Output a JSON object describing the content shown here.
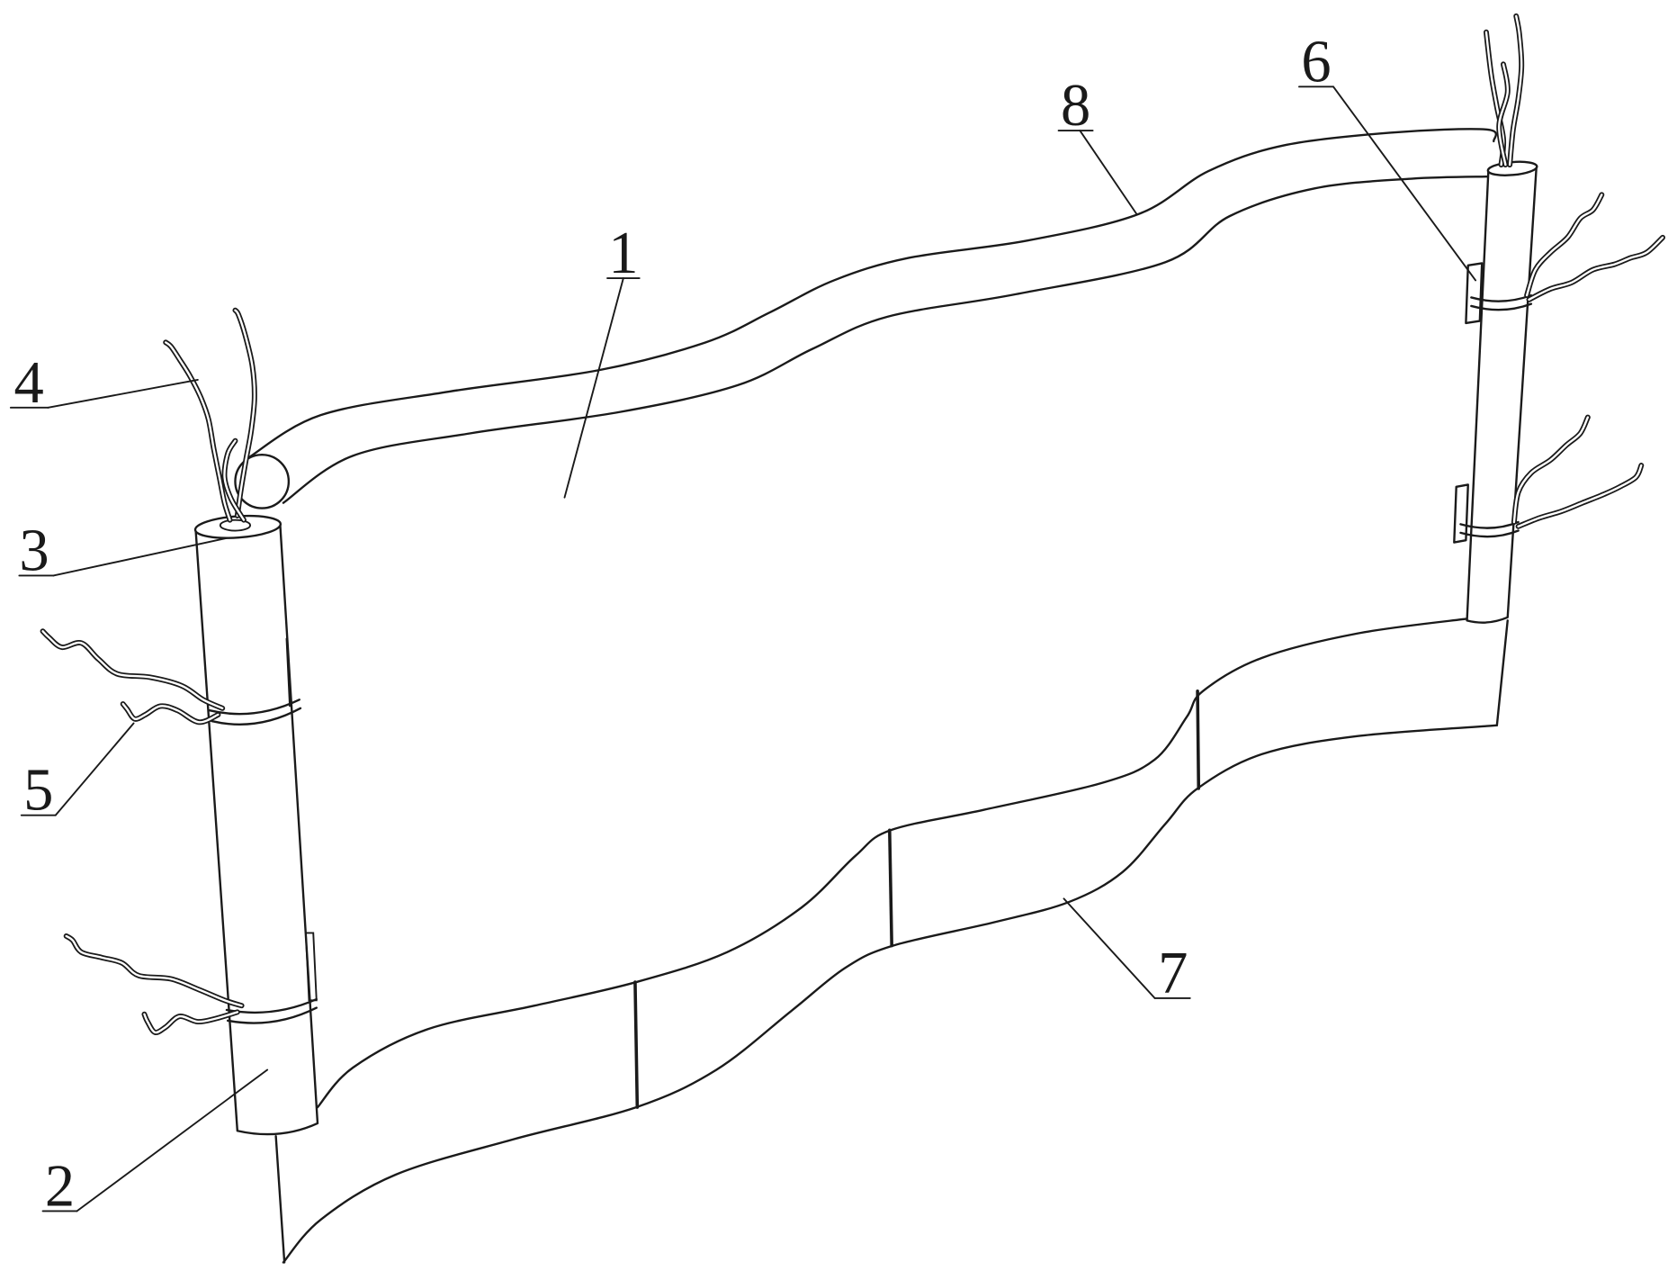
{
  "figure": {
    "labels": {
      "one": "1",
      "two": "2",
      "three": "3",
      "four": "4",
      "five": "5",
      "six": "6",
      "seven": "7",
      "eight": "8"
    }
  }
}
